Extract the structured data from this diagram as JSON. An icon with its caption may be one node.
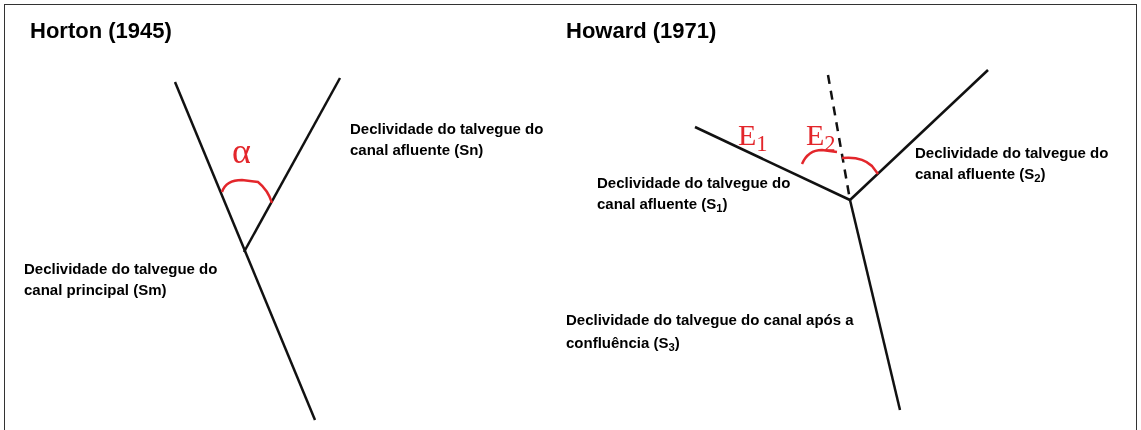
{
  "diagram": {
    "labels": [
      "Horton (1945)",
      "α",
      "Declividade do talvegue do canal afluente (Sn)",
      "Declividade do talvegue do canal principal (Sm)",
      "Howard (1971)",
      "E$_{1}$",
      "E$_{2}$",
      "Declividade do talvegue do canal afluente (S$_{1}$)",
      "Declividade do talvegue do canal afluente (S$_{2}$)",
      "Declividade do talvegue do canal após a confluência (S$_{3}$)"
    ]
  }
}
